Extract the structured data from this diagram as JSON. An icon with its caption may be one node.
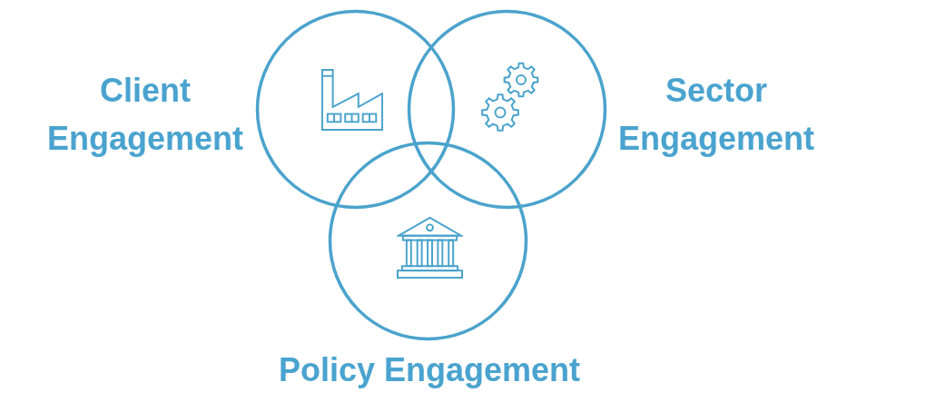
{
  "diagram": {
    "nodes": [
      {
        "text": [
          "Client Engagement"
        ]
      },
      {
        "text": [
          "Sector Engagement"
        ]
      },
      {
        "text": [
          "Policy Engagement"
        ]
      }
    ]
  }
}
